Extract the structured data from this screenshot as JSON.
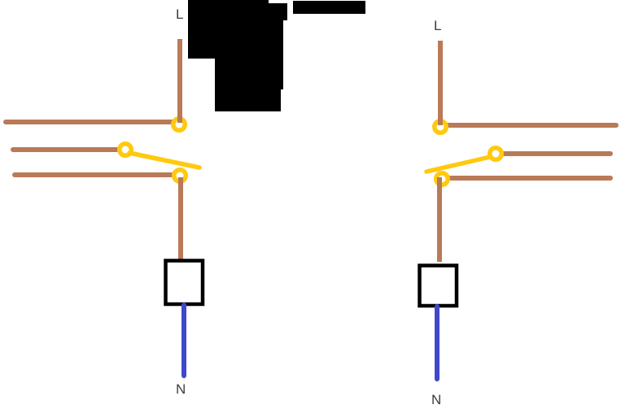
{
  "diagram": {
    "left_circuit": {
      "live_label": "L",
      "neutral_label": "N"
    },
    "right_circuit": {
      "live_label": "L",
      "neutral_label": "N"
    }
  },
  "colors": {
    "background": "#FFFFFF",
    "wire-live": "#B97A57",
    "wire-neutral": "#3F48CC",
    "switch": "#FFC90E",
    "lamp-outline": "#000000",
    "redaction": "#000000",
    "label-text": "#3C3C3C"
  }
}
